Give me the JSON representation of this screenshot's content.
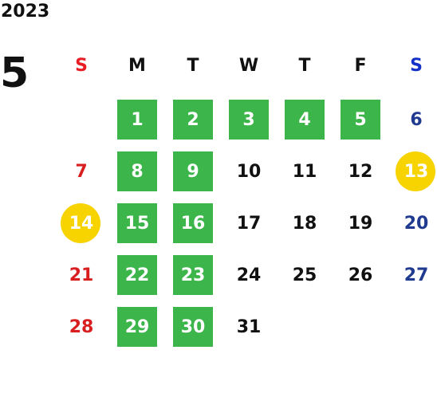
{
  "calendar": {
    "year": "2023",
    "month": "5",
    "weekdays": [
      "S",
      "M",
      "T",
      "W",
      "T",
      "F",
      "S"
    ],
    "colors": {
      "sunday_header": "#e81c23",
      "saturday_header": "#1330c9",
      "sunday_date": "#d81e1e",
      "saturday_date": "#1f3a8f",
      "green_day": "#3cb54a",
      "holiday_circle": "#f7d300",
      "default_text": "#111111"
    },
    "days": [
      {
        "day": "",
        "style": "empty"
      },
      {
        "day": "1",
        "style": "green"
      },
      {
        "day": "2",
        "style": "green"
      },
      {
        "day": "3",
        "style": "green"
      },
      {
        "day": "4",
        "style": "green"
      },
      {
        "day": "5",
        "style": "green"
      },
      {
        "day": "6",
        "style": "sat"
      },
      {
        "day": "7",
        "style": "sun"
      },
      {
        "day": "8",
        "style": "green"
      },
      {
        "day": "9",
        "style": "green"
      },
      {
        "day": "10",
        "style": "plain"
      },
      {
        "day": "11",
        "style": "plain"
      },
      {
        "day": "12",
        "style": "plain"
      },
      {
        "day": "13",
        "style": "holiday"
      },
      {
        "day": "14",
        "style": "holiday"
      },
      {
        "day": "15",
        "style": "green"
      },
      {
        "day": "16",
        "style": "green"
      },
      {
        "day": "17",
        "style": "plain"
      },
      {
        "day": "18",
        "style": "plain"
      },
      {
        "day": "19",
        "style": "plain"
      },
      {
        "day": "20",
        "style": "sat"
      },
      {
        "day": "21",
        "style": "sun"
      },
      {
        "day": "22",
        "style": "green"
      },
      {
        "day": "23",
        "style": "green"
      },
      {
        "day": "24",
        "style": "plain"
      },
      {
        "day": "25",
        "style": "plain"
      },
      {
        "day": "26",
        "style": "plain"
      },
      {
        "day": "27",
        "style": "sat"
      },
      {
        "day": "28",
        "style": "sun"
      },
      {
        "day": "29",
        "style": "green"
      },
      {
        "day": "30",
        "style": "green"
      },
      {
        "day": "31",
        "style": "plain"
      }
    ]
  }
}
